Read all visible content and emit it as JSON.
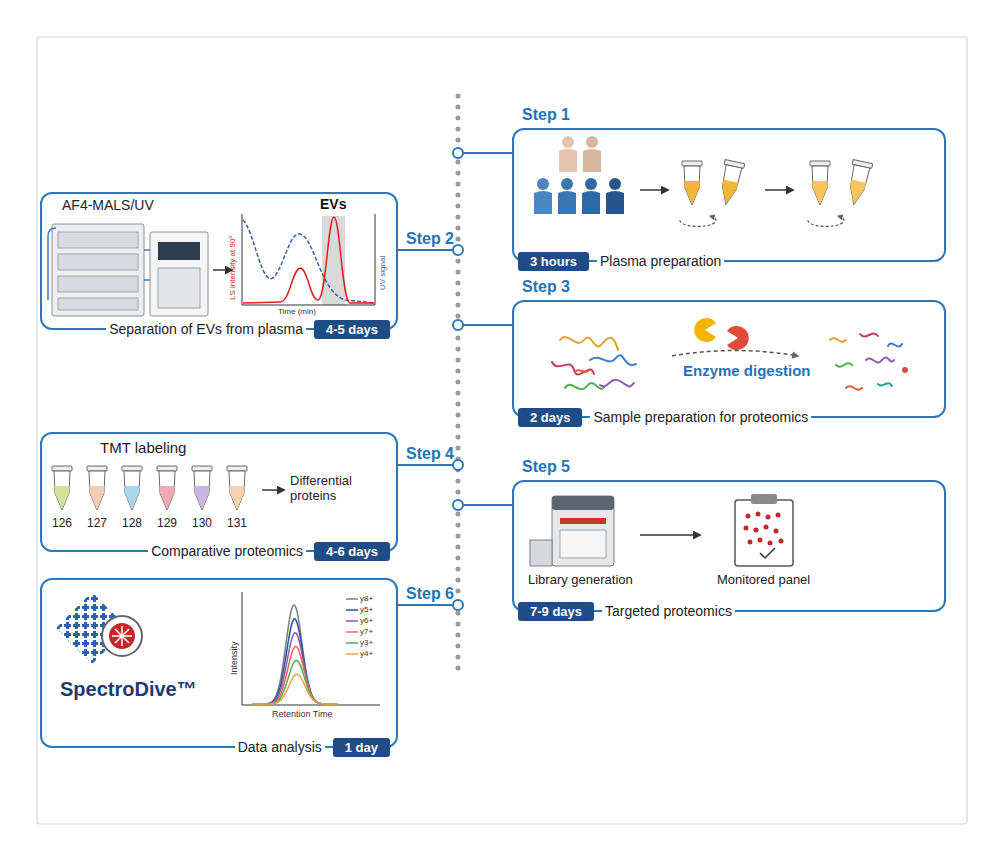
{
  "diagram": {
    "nodes": [
      {
        "text": [
          "Step 1",
          "Plasma preparation"
        ]
      },
      {
        "text": [
          "3 hours"
        ],
        "in": 0
      },
      {
        "text": [
          "Step 2",
          "Separation of EVs from plasma"
        ]
      },
      {
        "text": [
          "4-5 days"
        ],
        "in": 2
      },
      {
        "text": [
          "Step 3",
          "Sample preparation for proteomics"
        ]
      },
      {
        "text": [
          "2 days"
        ],
        "in": 4
      },
      {
        "text": [
          "Step 4",
          "Comparative proteomics"
        ]
      },
      {
        "text": [
          "4-6 days"
        ],
        "in": 6
      },
      {
        "text": [
          "Step 5",
          "Targeted proteomics"
        ]
      },
      {
        "text": [
          "7-9 days"
        ],
        "in": 8
      },
      {
        "text": [
          "Step 6",
          "Data analysis"
        ]
      },
      {
        "text": [
          "1 day"
        ],
        "in": 10
      }
    ],
    "labels": [
      "AF4-MALS/UV",
      "EVs",
      "LS intensity at 90°",
      "Time (min)",
      "UV signal",
      "Enzyme digestion",
      "TMT labeling",
      "126",
      "127",
      "128",
      "129",
      "130",
      "131",
      "Differential proteins",
      "Library generation",
      "Monitored panel",
      "SpectroDive™",
      "Intensity",
      "Retention Time"
    ],
    "legend": [
      {
        "text": "y8+"
      },
      {
        "text": "y5+"
      },
      {
        "text": "y6+"
      },
      {
        "text": "y7+"
      },
      {
        "text": "y3+"
      },
      {
        "text": "y4+"
      }
    ]
  }
}
